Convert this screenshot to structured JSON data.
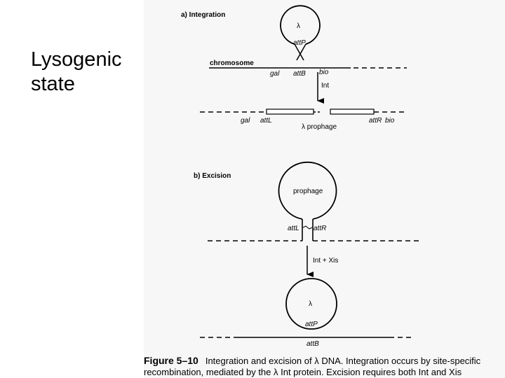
{
  "slide": {
    "title_line1": "Lysogenic",
    "title_line2": "state"
  },
  "panel_a": {
    "heading": "a) Integration",
    "phage_symbol": "λ",
    "attP": "attP",
    "chromosome": "chromosome",
    "gal": "gal",
    "attB": "attB",
    "bio": "bio",
    "enzyme": "Int",
    "gal2": "gal",
    "attL": "attL",
    "prophage": "λ prophage",
    "attR": "attR",
    "bio2": "bio"
  },
  "panel_b": {
    "heading": "b) Excision",
    "prophage": "prophage",
    "attL": "attL",
    "attR": "attR",
    "enzymes": "Int + Xis",
    "phage_symbol": "λ",
    "attP": "attP",
    "attB": "attB"
  },
  "caption": {
    "figure_number": "Figure 5–10",
    "line1": "Integration and excision of λ DNA. Integration occurs by site-specific",
    "line2": "recombination, mediated by the λ Int protein. Excision requires both Int and Xis"
  },
  "colors": {
    "ink": "#000000",
    "scan_background": "#f7f7f7",
    "slide_background": "#ffffff"
  }
}
